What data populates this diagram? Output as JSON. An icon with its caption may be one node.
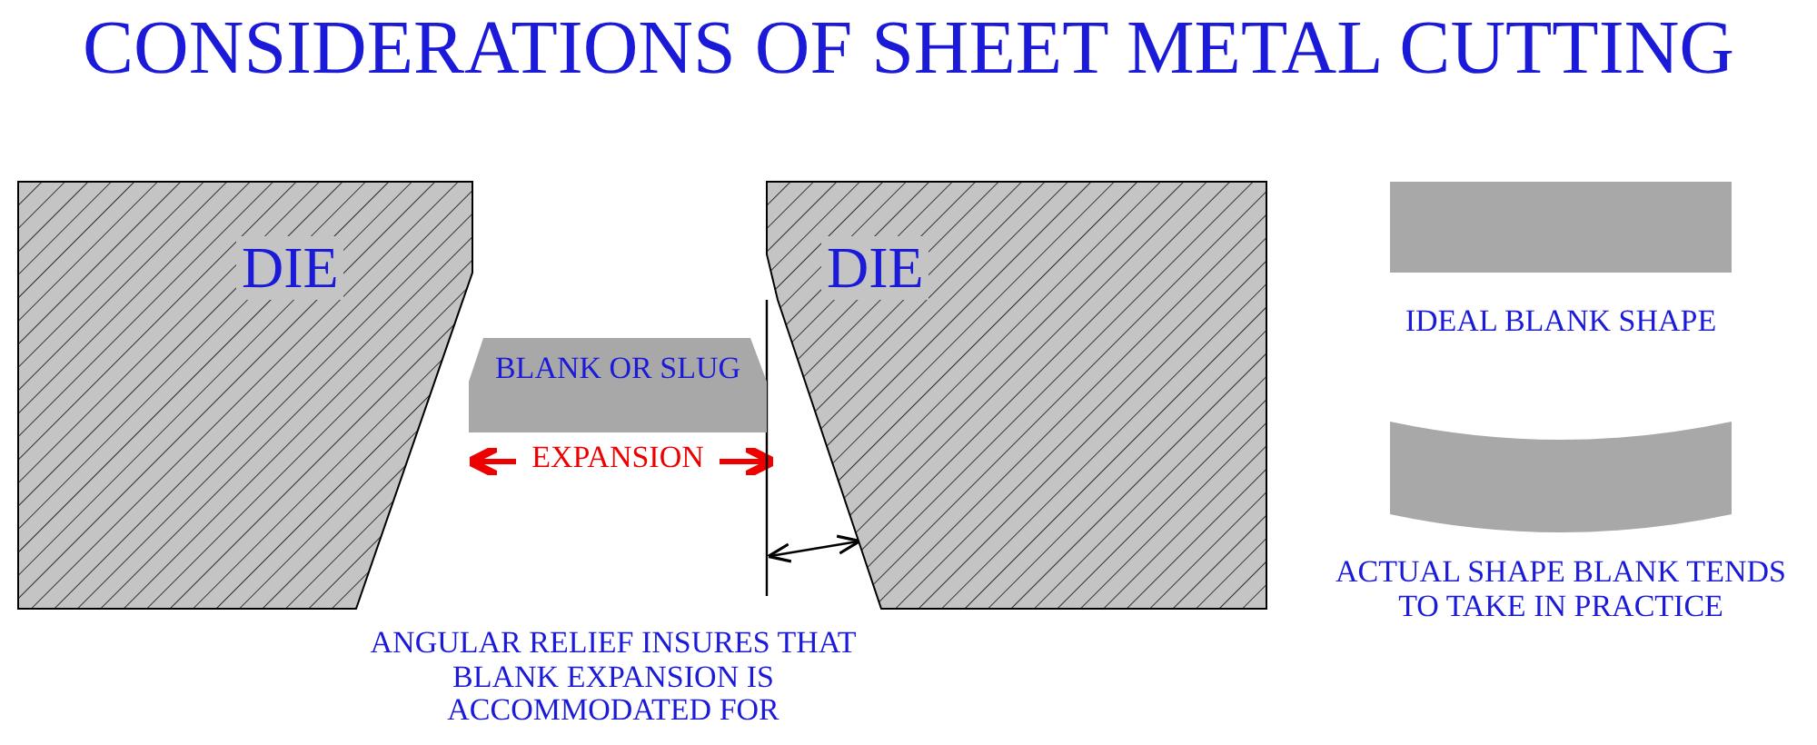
{
  "diagram": {
    "title": "CONSIDERATIONS OF SHEET METAL CUTTING",
    "nodes": [
      {
        "text": [
          "DIE"
        ]
      },
      {
        "text": [
          "DIE"
        ]
      },
      {
        "text": [
          "BLANK OR SLUG"
        ]
      },
      {
        "text": [],
        "shape": "box",
        "beside": [
          "IDEAL BLANK SHAPE"
        ]
      },
      {
        "text": [],
        "shape": "bar",
        "beside": [
          "ACTUAL SHAPE BLANK TENDS TO TAKE IN PRACTICE"
        ]
      }
    ],
    "labels": [
      "EXPANSION",
      "ANGULAR RELIEF INSURES THAT BLANK EXPANSION IS ACCOMMODATED FOR"
    ]
  }
}
